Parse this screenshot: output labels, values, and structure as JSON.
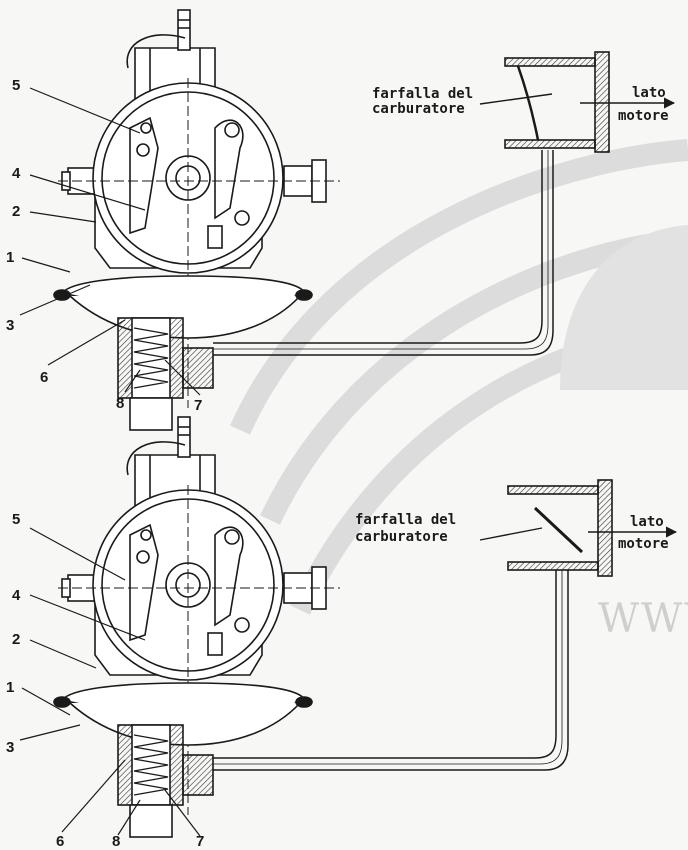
{
  "diagrams": [
    {
      "label_throttle": [
        "farfalla del",
        "carburatore"
      ],
      "label_side": [
        "lato",
        "motore"
      ],
      "parts": [
        "1",
        "2",
        "3",
        "4",
        "5",
        "6",
        "7",
        "8"
      ]
    },
    {
      "label_throttle": [
        "farfalla del",
        "carburatore"
      ],
      "label_side": [
        "lato",
        "motore"
      ],
      "parts": [
        "1",
        "2",
        "3",
        "4",
        "5",
        "6",
        "7",
        "8"
      ]
    }
  ],
  "watermark": "WWW",
  "colors": {
    "ink": "#1a1a1a",
    "paper": "#f7f7f5",
    "watermark": "#dcdcdc"
  }
}
